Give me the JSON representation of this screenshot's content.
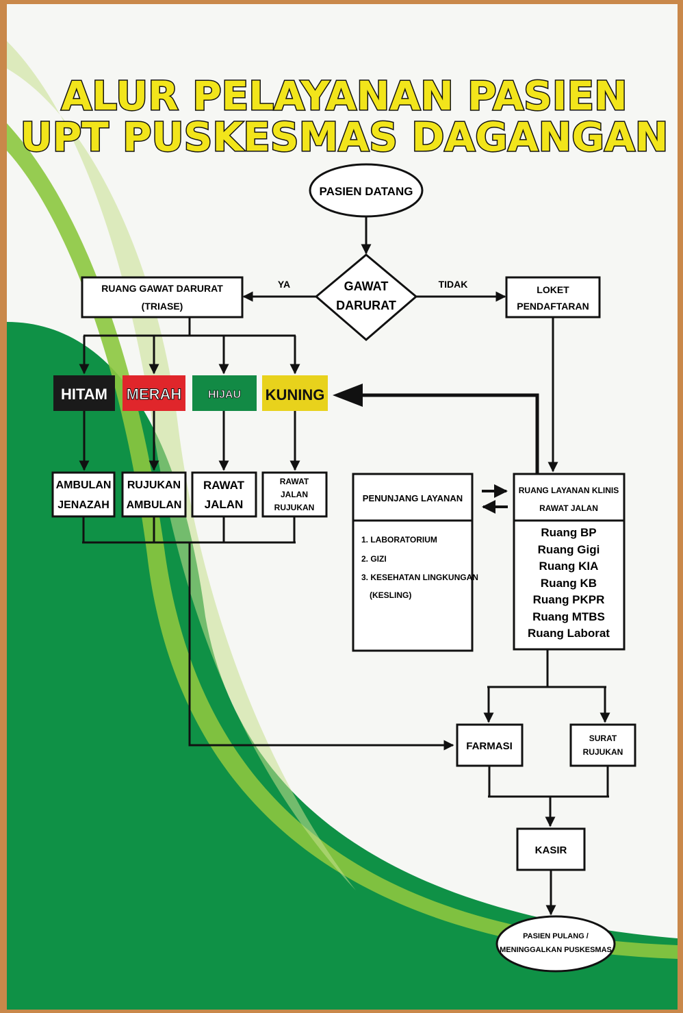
{
  "title": {
    "line1": "ALUR PELAYANAN PASIEN",
    "line2": "UPT PUSKESMAS DAGANGAN"
  },
  "flow": {
    "start": "PASIEN DATANG",
    "decision": {
      "line1": "GAWAT",
      "line2": "DARURAT"
    },
    "yes_label": "YA",
    "no_label": "TIDAK",
    "emergency_room": {
      "line1": "RUANG GAWAT DARURAT",
      "line2": "(TRIASE)"
    },
    "registration": {
      "line1": "LOKET",
      "line2": "PENDAFTARAN"
    },
    "triage": [
      {
        "label": "HITAM",
        "color": "#1a1a1a"
      },
      {
        "label": "MERAH",
        "color": "#e0262b"
      },
      {
        "label": "HIJAU",
        "color": "#128a45"
      },
      {
        "label": "KUNING",
        "color": "#e8d21c"
      }
    ],
    "outcomes": [
      {
        "lines": [
          "AMBULAN",
          "JENAZAH"
        ]
      },
      {
        "lines": [
          "RUJUKAN",
          "AMBULAN"
        ]
      },
      {
        "lines": [
          "RAWAT",
          "JALAN"
        ]
      },
      {
        "lines": [
          "RAWAT",
          "JALAN",
          "RUJUKAN"
        ]
      }
    ],
    "support": {
      "title": "PENUNJANG LAYANAN",
      "items": [
        "1. LABORATORIUM",
        "2. GIZI",
        "3. KESEHATAN LINGKUNGAN",
        "(KESLING)"
      ]
    },
    "clinic": {
      "title_line1": "RUANG LAYANAN KLINIS",
      "title_line2": "RAWAT JALAN",
      "rooms": [
        "Ruang BP",
        "Ruang Gigi",
        "Ruang KIA",
        "Ruang KB",
        "Ruang PKPR",
        "Ruang MTBS",
        "Ruang Laborat"
      ]
    },
    "pharmacy": "FARMASI",
    "referral_letter": {
      "line1": "SURAT",
      "line2": "RUJUKAN"
    },
    "cashier": "KASIR",
    "end": {
      "line1": "PASIEN PULANG /",
      "line2": "MENINGGALKAN PUSKESMAS"
    }
  },
  "colors": {
    "title_fill": "#f2e51b",
    "green_dark": "#0f9146",
    "green_light": "#8cc63f",
    "background_banner": "#f6f7f4"
  }
}
